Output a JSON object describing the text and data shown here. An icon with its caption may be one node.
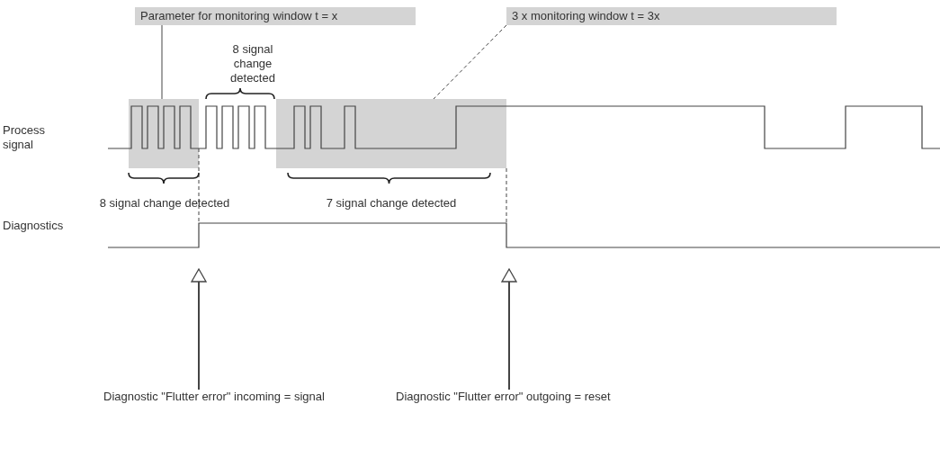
{
  "diagram": {
    "nodes": [
      {
        "text": [
          "Parameter for monitoring window t = x"
        ]
      },
      {
        "text": [],
        "shape": "box"
      },
      {
        "text": [
          "3 x monitoring window t = 3x"
        ]
      },
      {
        "text": [],
        "shape": "box"
      },
      {
        "text": [
          "Diagnostic \"Flutter error\" incoming = signal"
        ]
      },
      {
        "text": [
          "Diagnostic \"Flutter error\" outgoing = reset"
        ]
      }
    ],
    "edges": [
      {
        "from": 0,
        "to": 1,
        "arrow": "none"
      },
      {
        "from": 2,
        "to": 3,
        "arrow": "none",
        "style": "dashed"
      },
      {
        "from": 4,
        "to": null,
        "arrow": "to"
      },
      {
        "from": 5,
        "to": null,
        "arrow": "to"
      }
    ],
    "labels": [
      "8 signal change detected",
      "Process signal",
      "8 signal change detected",
      "7 signal change detected",
      "Diagnostics"
    ]
  }
}
